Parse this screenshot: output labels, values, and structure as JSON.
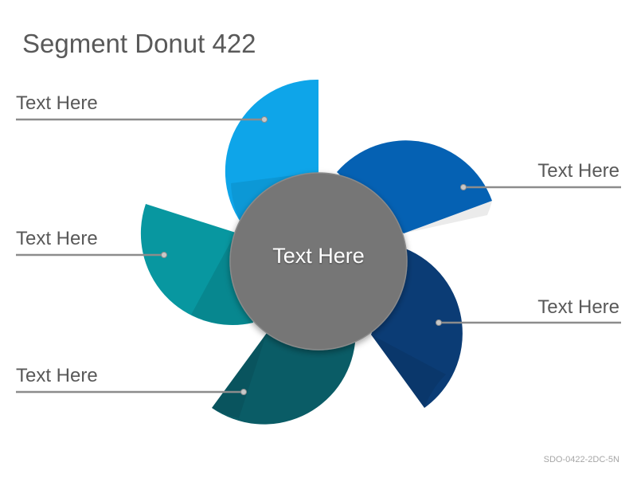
{
  "title": "Segment Donut 422",
  "center": {
    "label": "Text Here"
  },
  "segments": [
    {
      "label": "Text Here",
      "color": "#0ea5e9"
    },
    {
      "label": "Text Here",
      "color": "#0561b3"
    },
    {
      "label": "Text Here",
      "color": "#0b3c75"
    },
    {
      "label": "Text Here",
      "color": "#0a5c66"
    },
    {
      "label": "Text Here",
      "color": "#0897a0"
    }
  ],
  "colors": {
    "center_disc": "#767676",
    "leader_line": "#8c8c8c",
    "text": "#595959"
  },
  "footer_code": "SDO-0422-2DC-5N"
}
